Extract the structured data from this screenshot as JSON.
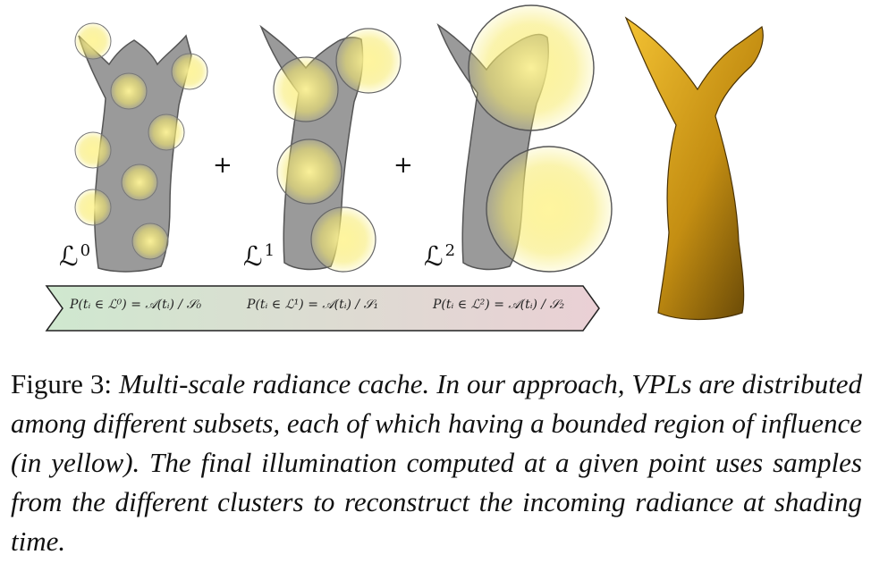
{
  "figure": {
    "levels": [
      {
        "base": "ℒ",
        "exp": "0"
      },
      {
        "base": "ℒ",
        "exp": "1"
      },
      {
        "base": "ℒ",
        "exp": "2"
      }
    ],
    "plus_sign": "+",
    "formulas": [
      "P(tᵢ ∈ ℒ⁰) = 𝒜(tᵢ) / 𝒮₀",
      "P(tᵢ ∈ ℒ¹) = 𝒜(tᵢ) / 𝒮₁",
      "P(tᵢ ∈ ℒ²) = 𝒜(tᵢ) / 𝒮₂"
    ],
    "colors": {
      "influence": "#f5e65a",
      "vpl": "#d6a21e",
      "statue": "#9a9a9a",
      "result_gold": "#d7a418",
      "arrow_start": "#cfe8cf",
      "arrow_end": "#e6cfd3"
    }
  },
  "caption": {
    "prefix": "Figure 3: ",
    "body": "Multi-scale radiance cache. In our approach, VPLs are distributed among different subsets, each of which having a bounded region of influence (in yellow). The final illumination computed at a given point uses samples from the different clusters to reconstruct the incoming radiance at shading time."
  }
}
